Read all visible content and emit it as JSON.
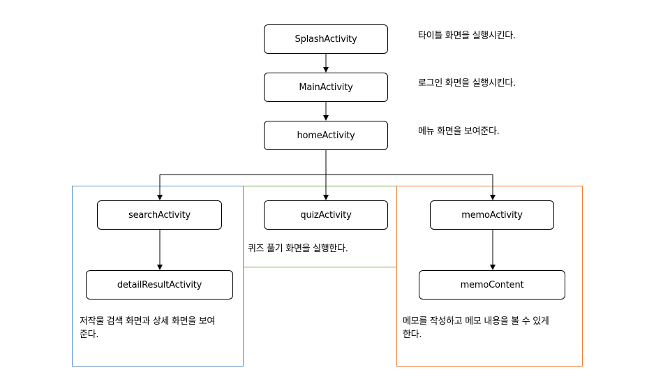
{
  "nodes": {
    "splash": "SplashActivity",
    "main": "MainActivity",
    "home": "homeActivity",
    "search": "searchActivity",
    "detail": "detailResultActivity",
    "quiz": "quizActivity",
    "memo": "memoActivity",
    "memo_content": "memoContent"
  },
  "notes": {
    "splash": "타이틀 화면을 실행시킨다.",
    "main": "로그인 화면을 실행시킨다.",
    "home": "메뉴 화면을 보여준다.",
    "quiz": "퀴즈 풀기 화면을 실행한다.",
    "search_line1": "저작물 검색 화면과 상세 화면을 보여",
    "search_line2": "준다.",
    "memo_line1": "메모를 작성하고 메모 내용을 볼 수 있게",
    "memo_line2": "한다."
  },
  "colors": {
    "search_group": "#5b8fc9",
    "quiz_group": "#70ad47",
    "memo_group": "#ed7d31"
  }
}
